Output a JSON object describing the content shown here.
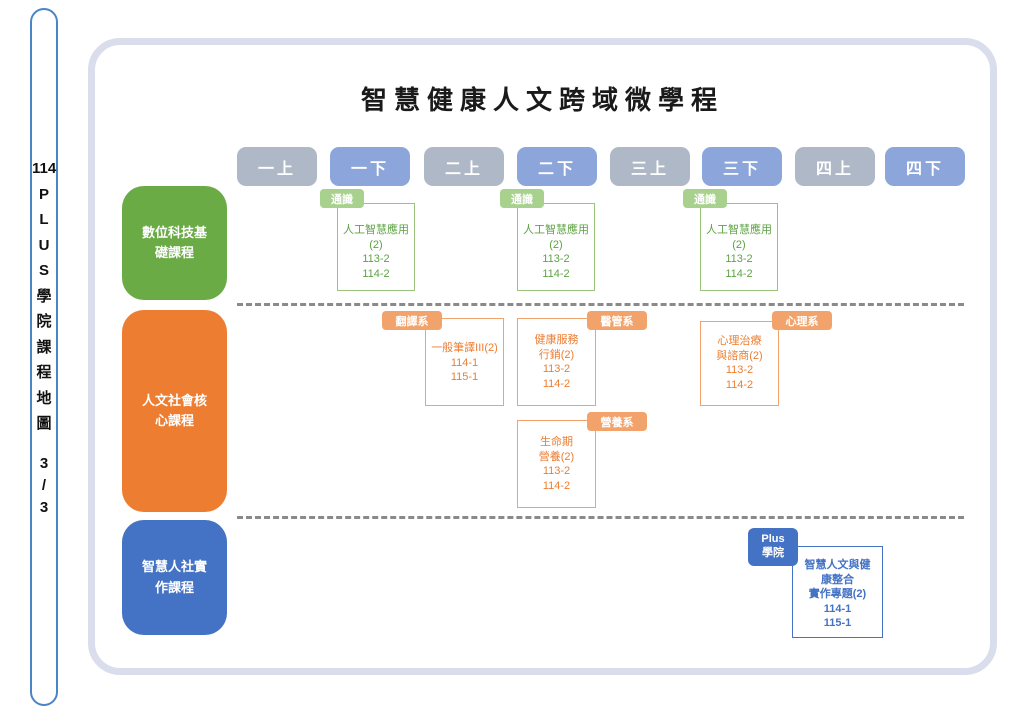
{
  "sidebar": {
    "top_text": "114\nP\nL\nU\nS\n學\n院\n課\n程\n地\n圖",
    "page_text": "3\n/\n3"
  },
  "title": "智慧健康人文跨域微學程",
  "semesters": [
    {
      "label": "一上",
      "variant": "gray"
    },
    {
      "label": "一下",
      "variant": "blue"
    },
    {
      "label": "二上",
      "variant": "gray"
    },
    {
      "label": "二下",
      "variant": "blue"
    },
    {
      "label": "三上",
      "variant": "gray"
    },
    {
      "label": "三下",
      "variant": "blue"
    },
    {
      "label": "四上",
      "variant": "gray"
    },
    {
      "label": "四下",
      "variant": "blue"
    }
  ],
  "rows": [
    {
      "label": "數位科技基礎課程",
      "courses": [
        {
          "tag": "通識",
          "semester": "一下",
          "content": "人工智慧應用\n(2)\n113-2\n114-2"
        },
        {
          "tag": "通識",
          "semester": "二下",
          "content": "人工智慧應用\n(2)\n113-2\n114-2"
        },
        {
          "tag": "通識",
          "semester": "三下",
          "content": "人工智慧應用\n(2)\n113-2\n114-2"
        }
      ]
    },
    {
      "label": "人文社會核心課程",
      "courses": [
        {
          "tag": "翻譯系",
          "semester": "二上",
          "content": "一般筆譯III(2)\n114-1\n115-1"
        },
        {
          "tag": "醫管系",
          "semester": "二下",
          "content": "健康服務\n行銷(2)\n113-2\n114-2"
        },
        {
          "tag": "心理系",
          "semester": "三下",
          "content": "心理治療\n與諮商(2)\n113-2\n114-2"
        },
        {
          "tag": "營養系",
          "semester": "二下",
          "content": "生命期\n營養(2)\n113-2\n114-2"
        }
      ]
    },
    {
      "label": "智慧人社實作課程",
      "courses": [
        {
          "tag": "Plus\n學院",
          "semester": "三下",
          "content": "智慧人文與健\n康整合\n實作專題(2)\n114-1\n115-1"
        }
      ]
    }
  ],
  "colors": {
    "category_green": "#6bab46",
    "category_orange": "#ed7d31",
    "category_blue": "#4472c4",
    "semester_blue": "#8ca5db",
    "semester_gray": "#afb8c6",
    "tag_green": "#a9d18e",
    "tag_orange": "#f2a36c",
    "panel_border": "#d9ddec"
  }
}
